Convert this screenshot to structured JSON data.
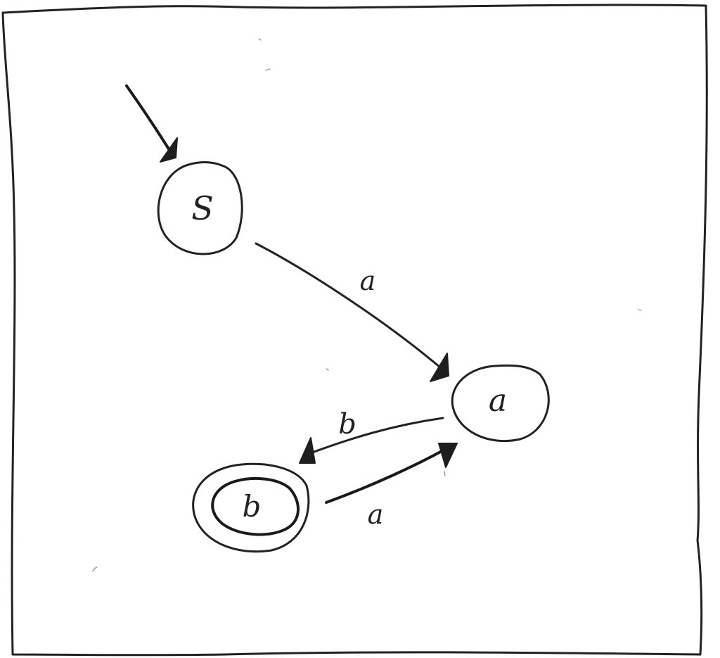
{
  "diagram": {
    "type": "finite-automaton",
    "start_state": "S",
    "states": [
      {
        "id": "S",
        "label": "S",
        "accepting": false
      },
      {
        "id": "a",
        "label": "a",
        "accepting": false
      },
      {
        "id": "b",
        "label": "b",
        "accepting": true
      }
    ],
    "transitions": [
      {
        "from": "S",
        "to": "a",
        "label": "a"
      },
      {
        "from": "a",
        "to": "b",
        "label": "b"
      },
      {
        "from": "b",
        "to": "a",
        "label": "a"
      }
    ],
    "colors": {
      "ink": "#222222",
      "paper": "#ffffff"
    }
  }
}
